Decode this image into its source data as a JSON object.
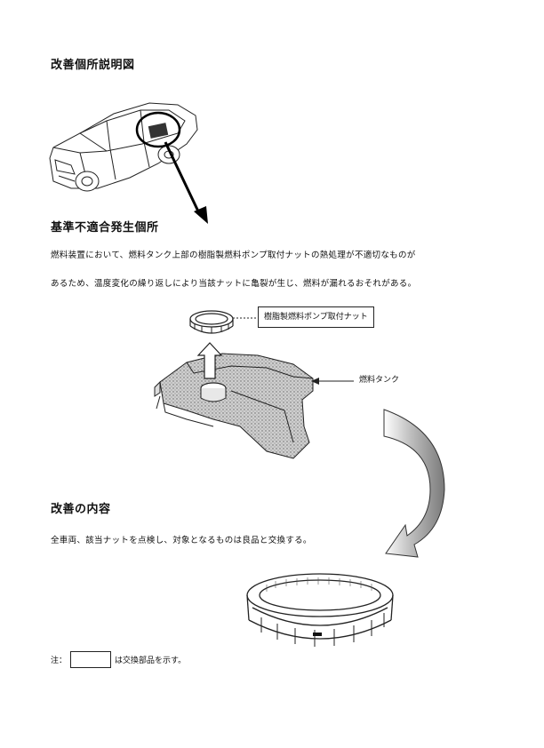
{
  "section_improvement_diagram": {
    "title": "改善個所説明図"
  },
  "section_nonconformity": {
    "title": "基準不適合発生個所",
    "paragraph_line1": "燃料装置において、燃料タンク上部の樹脂製燃料ポンプ取付ナットの熱処理が不適切なものが",
    "paragraph_line2": "あるため、温度変化の繰り返しにより当該ナットに亀裂が生じ、燃料が漏れるおそれがある。"
  },
  "callouts": {
    "nut_label": "樹脂製燃料ポンプ取付ナット",
    "tank_label": "燃料タンク"
  },
  "section_content": {
    "title": "改善の内容",
    "paragraph": "全車両、該当ナットを点検し、対象となるものは良品と交換する。"
  },
  "note": {
    "prefix": "注：",
    "suffix": "は交換部品を示す。"
  },
  "colors": {
    "text": "#111111",
    "line": "#222222",
    "shade": "#9a9a9a"
  }
}
